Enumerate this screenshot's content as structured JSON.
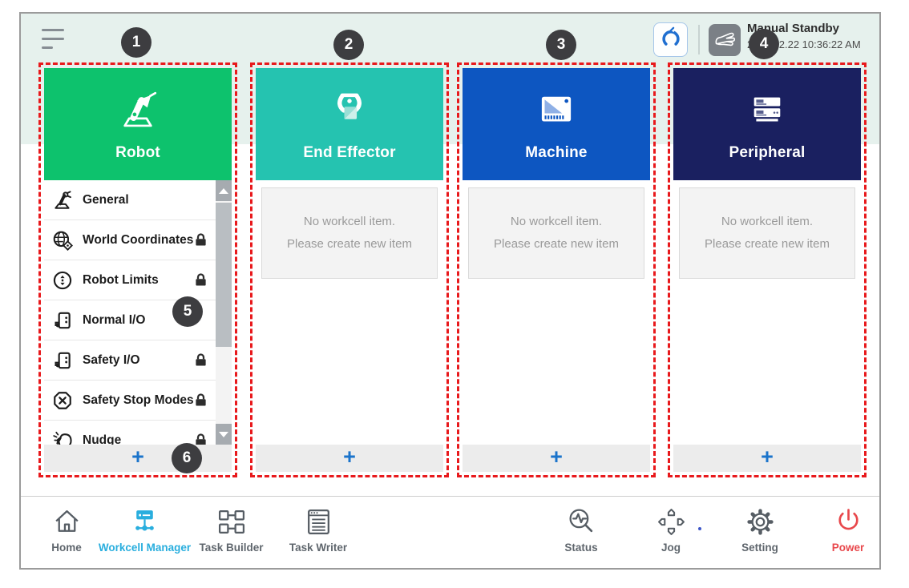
{
  "header": {
    "status_title": "Manual Standby",
    "status_time": "2022.02.22 10:36:22 AM",
    "icons": [
      "hamburger-menu-icon",
      "gripper-tool-icon",
      "manual-hand-icon"
    ]
  },
  "columns": [
    {
      "id": "robot",
      "title": "Robot",
      "color": "#0dc26d",
      "icon": "robot-arm-icon"
    },
    {
      "id": "end-effector",
      "title": "End Effector",
      "color": "#25c3b0",
      "icon": "gripper-icon",
      "empty": [
        "No workcell item.",
        "Please create new item"
      ]
    },
    {
      "id": "machine",
      "title": "Machine",
      "color": "#0d56c1",
      "icon": "machine-icon",
      "empty": [
        "No workcell item.",
        "Please create new item"
      ]
    },
    {
      "id": "peripheral",
      "title": "Peripheral",
      "color": "#1a2060",
      "icon": "peripheral-icon",
      "empty": [
        "No workcell item.",
        "Please create new item"
      ]
    }
  ],
  "robot_menu": [
    {
      "label": "General",
      "icon": "robot-arm-icon",
      "locked": false
    },
    {
      "label": "World Coordinates",
      "icon": "world-coordinates-icon",
      "locked": true
    },
    {
      "label": "Robot Limits",
      "icon": "robot-limits-icon",
      "locked": true
    },
    {
      "label": "Normal I/O",
      "icon": "io-icon",
      "locked": false
    },
    {
      "label": "Safety I/O",
      "icon": "io-icon",
      "locked": true
    },
    {
      "label": "Safety Stop Modes",
      "icon": "stop-modes-icon",
      "locked": true
    },
    {
      "label": "Nudge",
      "icon": "nudge-icon",
      "locked": true
    }
  ],
  "add_label": "+",
  "badges": [
    "1",
    "2",
    "3",
    "4",
    "5",
    "6"
  ],
  "bottom_nav": {
    "items": [
      {
        "label": "Home",
        "icon": "home-icon",
        "active": false
      },
      {
        "label": "Workcell Manager",
        "icon": "workcell-manager-icon",
        "active": true
      },
      {
        "label": "Task Builder",
        "icon": "task-builder-icon",
        "active": false
      },
      {
        "label": "Task Writer",
        "icon": "task-writer-icon",
        "active": false
      },
      {
        "label": "Status",
        "icon": "status-icon",
        "active": false
      },
      {
        "label": "Jog",
        "icon": "jog-icon",
        "active": false
      },
      {
        "label": "Setting",
        "icon": "setting-icon",
        "active": false
      },
      {
        "label": "Power",
        "icon": "power-icon",
        "active": false
      }
    ]
  },
  "colors": {
    "robot_green": "#0dc26d",
    "end_effector_teal": "#25c3b0",
    "machine_blue": "#0d56c1",
    "peripheral_navy": "#1a2060",
    "annotation_red": "#e8191c",
    "badge_gray": "#3d3d40",
    "active_nav_blue": "#29aede",
    "power_red": "#e8484c",
    "plus_blue": "#1b74cb",
    "topband_mint": "#e6f1ed"
  }
}
